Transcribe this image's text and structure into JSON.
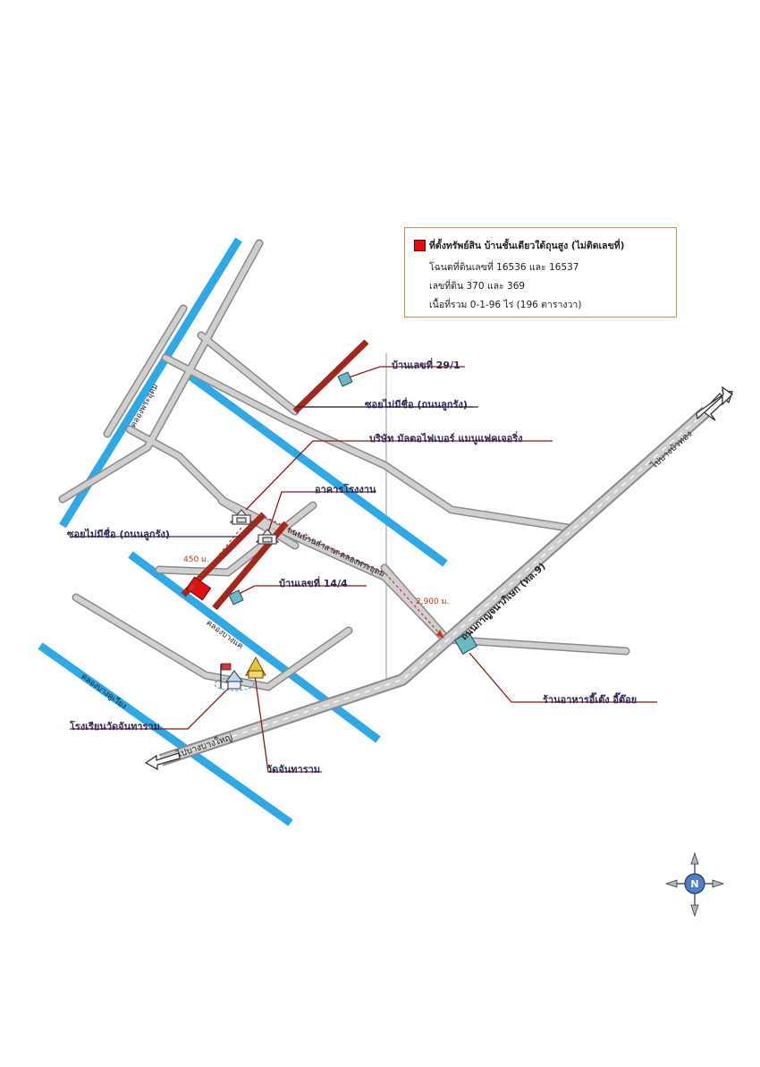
{
  "legend": {
    "swatch_color": "#e01010",
    "title": "ที่ตั้งทรัพย์สิน บ้านชั้นเดียวใต้ถุนสูง (ไม่ติดเลขที่)",
    "line1": "โฉนดที่ดินเลขที่  16536  และ 16537",
    "line2": "เลขที่ดิน 370  และ  369",
    "line3": "เนื้อที่รวม  0-1-96 ไร่ (196 ตารางวา)"
  },
  "labels": {
    "house_29_1": "บ้านเลขที่ 29/1",
    "soi_top": "ซอยไม่มีชื่อ (ถนนลูกรัง)",
    "company": "บริษัท  มัลตอไฟเบอร์ แมนูแฟคเจอริ่ง",
    "factory": "อาคารโรงงาน",
    "soi_left": "ซอยไม่มีชื่อ (ถนนลูกรัง)",
    "house_14_4": "บ้านเลขที่ 14/4",
    "school": "โรงเรียนวัดจันทาราม",
    "temple": "วัดจันทาราม",
    "restaurant": "ร้านอาหารอี๊เต๊ง อี๊ต๊อย"
  },
  "roads": {
    "highway": "ถนนกาญจนาภิเษก (ทล.9)",
    "to_bang_yai": "ไปบางบางใหญ่",
    "to_bang_bua_thong": "ไปบางบัวทอง",
    "local_road": "ถนนบ้านลำลาด-คลองพระอุดม"
  },
  "canals": {
    "phra_udom": "คลองพระอุดม",
    "bang_khu": "คลองบางคูเวียง",
    "bang_khae": "คลองบางแค"
  },
  "distances": {
    "d450": "450 ม.",
    "d2900": "2,900 ม."
  },
  "colors": {
    "canal": "#2fa8e6",
    "road": "#c9c9c9",
    "road_edge": "#8a8a8a",
    "soi": "#a3281c",
    "leader": "#8b1a1a",
    "leader_blue": "#2a2a55"
  },
  "icons": [
    "building-icon",
    "school-icon",
    "temple-icon",
    "north-arrow-icon",
    "restaurant-icon"
  ]
}
